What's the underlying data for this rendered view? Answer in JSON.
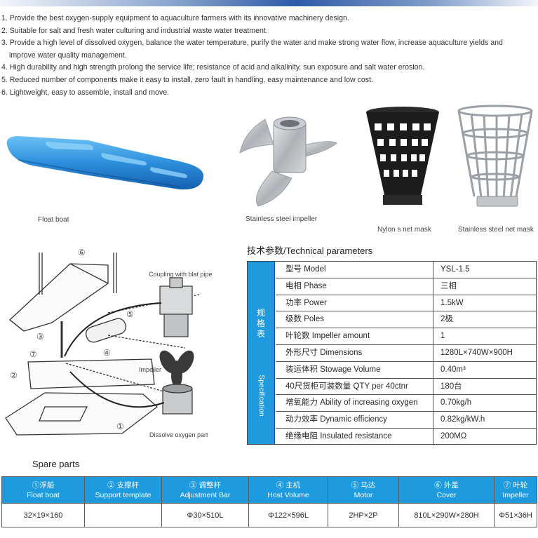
{
  "features": [
    "1. Provide the best oxygen-supply equipment to aquaculture farmers with its innovative machinery design.",
    "2. Suitable for salt and fresh water culturing and industrial waste water treatment.",
    "3. Provide a high level of dissolved oxygen, balance the water temperature, purify the water and make strong water flow, increase aquaculture yields and",
    "improve water quality management.",
    "4. High durability and high strength prolong the service life; resistance of acid and alkalinity, sun exposure and salt water erosion.",
    "5. Reduced number of components make it easy to install, zero fault in handling, easy maintenance and low cost.",
    "6. Lightweight, easy to assemble, install and move."
  ],
  "photos": {
    "float_boat": "Float boat",
    "impeller": "Stainless steel impeller",
    "nylon_mask": "Nylon s net mask",
    "steel_mask": "Stainless steel net mask"
  },
  "diagram": {
    "coupling": "Coupling with blat pipe",
    "impeller": "Impeller",
    "dissolve": "Dissolve oxygen part",
    "markers": [
      "⑥",
      "⑤",
      "③",
      "⑦",
      "④",
      "②",
      "①"
    ]
  },
  "spec": {
    "title": "技术参数/Technical parameters",
    "side_zh": "规格表",
    "side_en": "Specification",
    "rows": [
      {
        "k": "型号 Model",
        "v": "YSL-1.5"
      },
      {
        "k": "电相 Phase",
        "v": "三相"
      },
      {
        "k": "功率 Power",
        "v": "1.5kW"
      },
      {
        "k": "级数 Poles",
        "v": "2极"
      },
      {
        "k": "叶轮数 Impeller amount",
        "v": "1"
      },
      {
        "k": "外形尺寸 Dimensions",
        "v": "1280L×740W×900H"
      },
      {
        "k": "装运体积 Stowage Volume",
        "v": "0.40m³"
      },
      {
        "k": "40尺货柜可装数量 QTY per 40ctnr",
        "v": "180台"
      },
      {
        "k": "增氧能力 Ability of increasing oxygen",
        "v": "0.70kg/h"
      },
      {
        "k": "动力效率 Dynamic efficiency",
        "v": "0.82kg/kW.h"
      },
      {
        "k": "绝缘电阻 Insulated resistance",
        "v": "200MΩ"
      }
    ]
  },
  "spare": {
    "title": "Spare parts",
    "headers": [
      {
        "zh": "①浮船",
        "en": "Float boat"
      },
      {
        "zh": "② 支撑杆",
        "en": "Support template"
      },
      {
        "zh": "③ 调整杆",
        "en": "Adjustment Bar"
      },
      {
        "zh": "④ 主机",
        "en": "Host Volume"
      },
      {
        "zh": "⑤ 马达",
        "en": "Motor"
      },
      {
        "zh": "⑥ 外盖",
        "en": "Cover"
      },
      {
        "zh": "⑦ 叶轮",
        "en": "Impeller"
      }
    ],
    "values": [
      "32×19×160",
      "",
      "Φ30×510L",
      "Φ122×596L",
      "2HP×2P",
      "810L×290W×280H",
      "Φ51×36H"
    ]
  },
  "colors": {
    "accent": "#1e9adf",
    "float_blue": "#2c8fdc",
    "mask_black": "#1c1c1c",
    "steel": "#b9bcc0"
  }
}
